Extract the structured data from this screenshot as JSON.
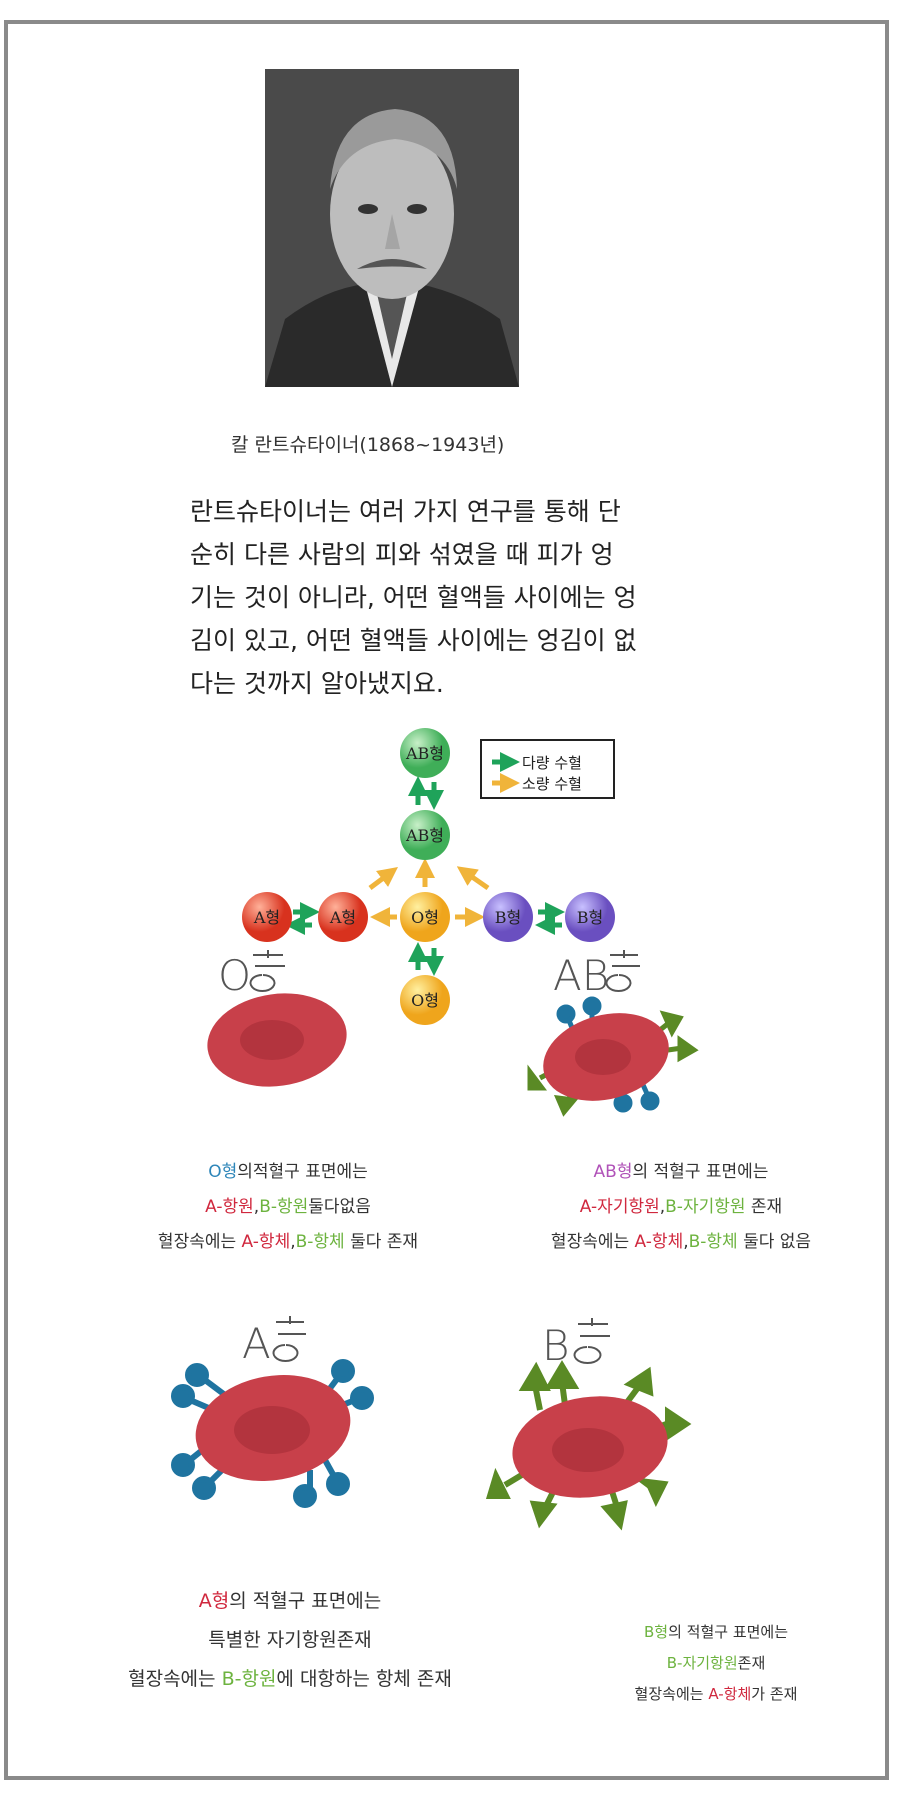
{
  "portrait": {
    "caption": "칼 란트슈타이너(1868~1943년)"
  },
  "paragraph": {
    "lines": [
      "란트슈타이너는 여러 가지 연구를 통해 단",
      "순히 다른 사람의 피와 섞였을 때 피가 엉",
      "기는 것이 아니라, 어떤 혈액들 사이에는 엉",
      "김이 있고, 어떤 혈액들 사이에는 엉김이 없",
      "다는 것까지 알아냈지요."
    ]
  },
  "diagram": {
    "nodes": {
      "ab_top": "AB형",
      "ab_mid": "AB형",
      "a_left": "A형",
      "a_mid": "A형",
      "o_center": "O형",
      "b_mid": "B형",
      "b_right": "B형",
      "o_bottom": "O형"
    },
    "legend": {
      "green": "다량 수혈",
      "orange": "소량 수혈"
    },
    "colors": {
      "green_arrow": "#1fa35a",
      "orange_arrow": "#f0b43a"
    }
  },
  "cells": {
    "o": {
      "label": "O",
      "suffix": "형",
      "lines": [
        [
          "O형",
          "의적혈구 표면에는"
        ],
        [
          "A-항원",
          ",",
          "B-항원",
          "둘다없음"
        ],
        [
          "혈장속에는 ",
          "A-항체",
          ",",
          "B-항체",
          " 둘다 존재"
        ]
      ]
    },
    "ab": {
      "label": "AB",
      "suffix": "형",
      "lines": [
        [
          "AB형",
          "의 적혈구 표면에는"
        ],
        [
          "A-자기항원",
          ",",
          "B-자기항원",
          " 존재"
        ],
        [
          "혈장속에는 ",
          "A-항체",
          ",",
          "B-항체",
          " 둘다 없음"
        ]
      ]
    },
    "a": {
      "label": "A",
      "suffix": "형",
      "lines": [
        [
          "A형",
          "의 적혈구 표면에는"
        ],
        [
          "특별한 자기항원존재"
        ],
        [
          "혈장속에는 ",
          "B-항원",
          "에 대항하는 항체 존재"
        ]
      ]
    },
    "b": {
      "label": "B",
      "suffix": "형",
      "lines": [
        [
          "B형",
          "의 적혈구 표면에는"
        ],
        [
          "B-자기항원",
          "존재"
        ],
        [
          "혈장속에는 ",
          "A-항체",
          "가 존재"
        ]
      ]
    }
  }
}
